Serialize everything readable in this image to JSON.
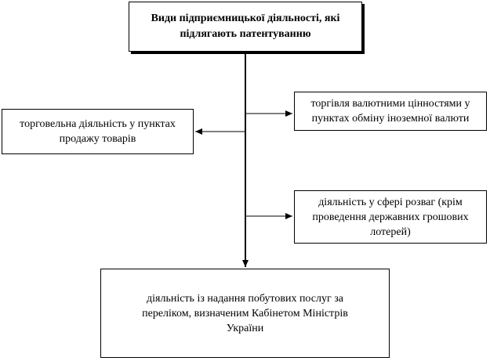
{
  "diagram": {
    "root": {
      "label": "Види підприємницької діяльності, які підлягають патентуванню"
    },
    "left": {
      "label": "торговельна діяльність у пунктах продажу товарів"
    },
    "right_top": {
      "label": "торгівля валютними цінностями у пунктах обміну іноземної валюти"
    },
    "right_bottom": {
      "label": "діяльність у сфері розваг (крім проведення державних грошових лотерей)"
    },
    "bottom": {
      "label": "діяльність із надання побутових послуг за переліком, визначеним Кабінетом Міністрів України"
    }
  }
}
